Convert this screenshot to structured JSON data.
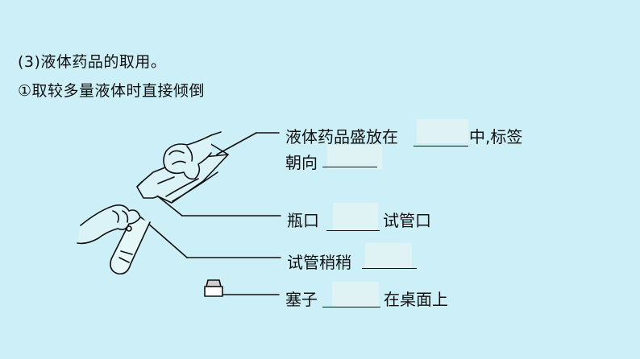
{
  "heading": {
    "section": "(3)液体药品的取用。",
    "subsection": "①取较多量液体时直接倾倒"
  },
  "annotations": [
    {
      "before": "液体药品盛放在",
      "after": "中,标签"
    },
    {
      "before": "朝向",
      "after": ""
    },
    {
      "before": "瓶口",
      "after": "试管口"
    },
    {
      "before": "试管稍稍",
      "after": ""
    },
    {
      "before": "塞子",
      "after": "在桌面上"
    }
  ],
  "colors": {
    "background": "#cdeff7",
    "blank_fill": "#dff3f4",
    "ink": "#111111"
  }
}
